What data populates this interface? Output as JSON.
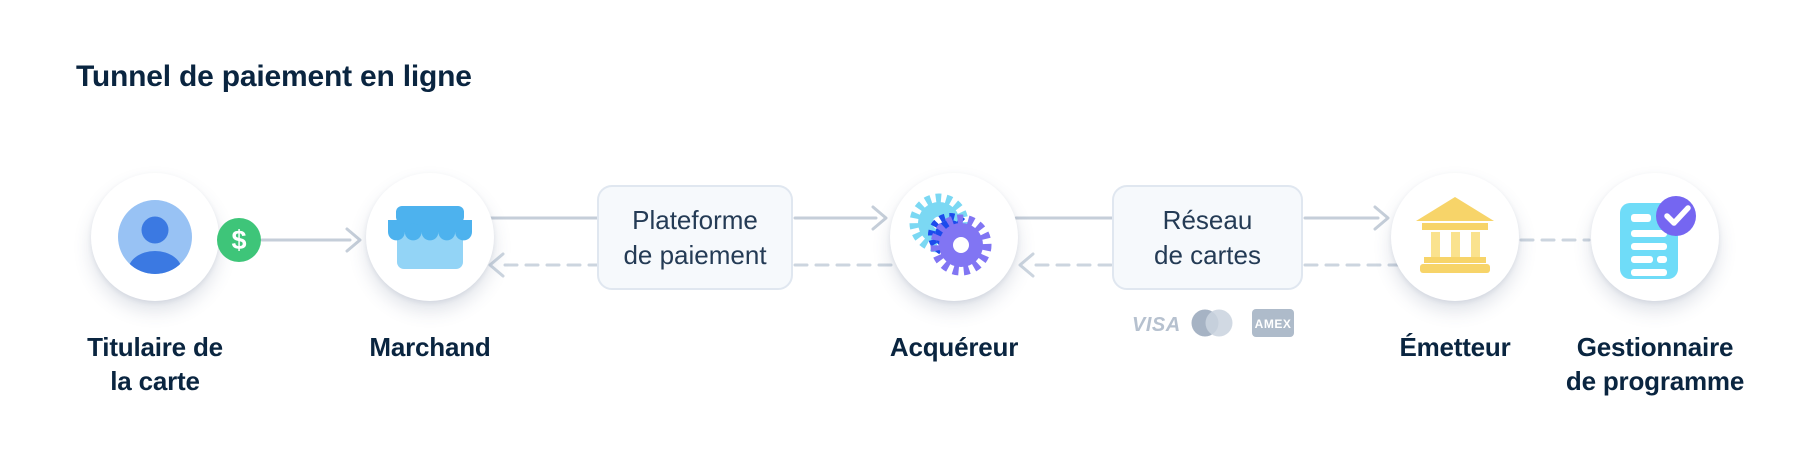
{
  "title": "Tunnel de paiement en ligne",
  "nodes": {
    "cardholder": {
      "label": "Titulaire de\nla carte",
      "icon": "person-icon"
    },
    "merchant": {
      "label": "Marchand",
      "icon": "storefront-icon"
    },
    "acquirer": {
      "label": "Acquéreur",
      "icon": "gears-icon"
    },
    "issuer": {
      "label": "Émetteur",
      "icon": "bank-icon"
    },
    "program_manager": {
      "label": "Gestionnaire\nde programme",
      "icon": "document-check-icon"
    }
  },
  "badges": {
    "money": "$"
  },
  "boxes": {
    "payment_platform": {
      "label": "Plateforme\nde paiement"
    },
    "card_network": {
      "label": "Réseau\nde cartes"
    }
  },
  "card_networks": {
    "visa": "VISA",
    "mastercard": "mastercard-circles",
    "amex": "AMEX"
  },
  "flow": {
    "forward_solid": [
      "cardholder→merchant",
      "merchant→payment_platform",
      "payment_platform→acquirer",
      "acquirer→card_network",
      "card_network→issuer"
    ],
    "return_dashed": [
      "issuer→card_network",
      "card_network→acquirer",
      "acquirer→payment_platform",
      "payment_platform→merchant",
      "issuer↔program_manager"
    ]
  },
  "colors": {
    "heading": "#0a2540",
    "connector_solid": "#c5ced9",
    "connector_dashed": "#ccd5df",
    "box_bg": "#f6f9fc",
    "box_border": "#e0e7f0",
    "money_green": "#3ec579",
    "avatar_blue_light": "#98c2f4",
    "avatar_blue": "#3b79e2",
    "store_blue": "#4db2ee",
    "store_blue_light": "#93d4f6",
    "gear_cyan": "#7bd8f3",
    "gear_purple": "#8175f3",
    "gear_overlap_blue": "#1c4bec",
    "bank_yellow": "#f7d469",
    "bank_yellow_light": "#fae28e",
    "doc_cyan": "#6fdcf8",
    "check_purple": "#7566f1",
    "network_gray": "#b3bfcd"
  }
}
